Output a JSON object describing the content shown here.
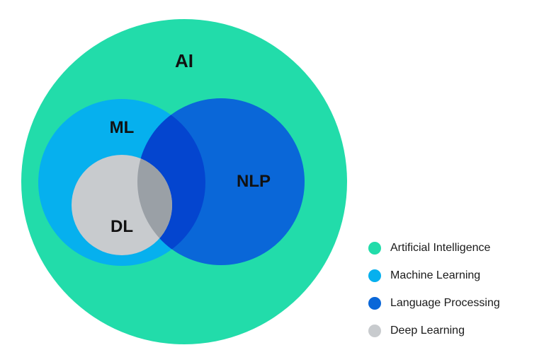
{
  "diagram": {
    "circles": {
      "ai": {
        "label": "AI",
        "color": "#22dcaa"
      },
      "ml": {
        "label": "ML",
        "color": "#06b0ee"
      },
      "nlp": {
        "label": "NLP",
        "color": "#0a67d8"
      },
      "dl": {
        "label": "DL",
        "color": "#c8cbce"
      },
      "ml_nlp_overlap_color": "#0445cf",
      "dl_nlp_overlap_color": "#9aa0a6"
    }
  },
  "legend": {
    "items": [
      {
        "label": "Artificial Intelligence",
        "color": "#22dcaa"
      },
      {
        "label": "Machine Learning",
        "color": "#06b0ee"
      },
      {
        "label": "Language Processing",
        "color": "#0a67d8"
      },
      {
        "label": "Deep Learning",
        "color": "#c8cbce"
      }
    ]
  }
}
